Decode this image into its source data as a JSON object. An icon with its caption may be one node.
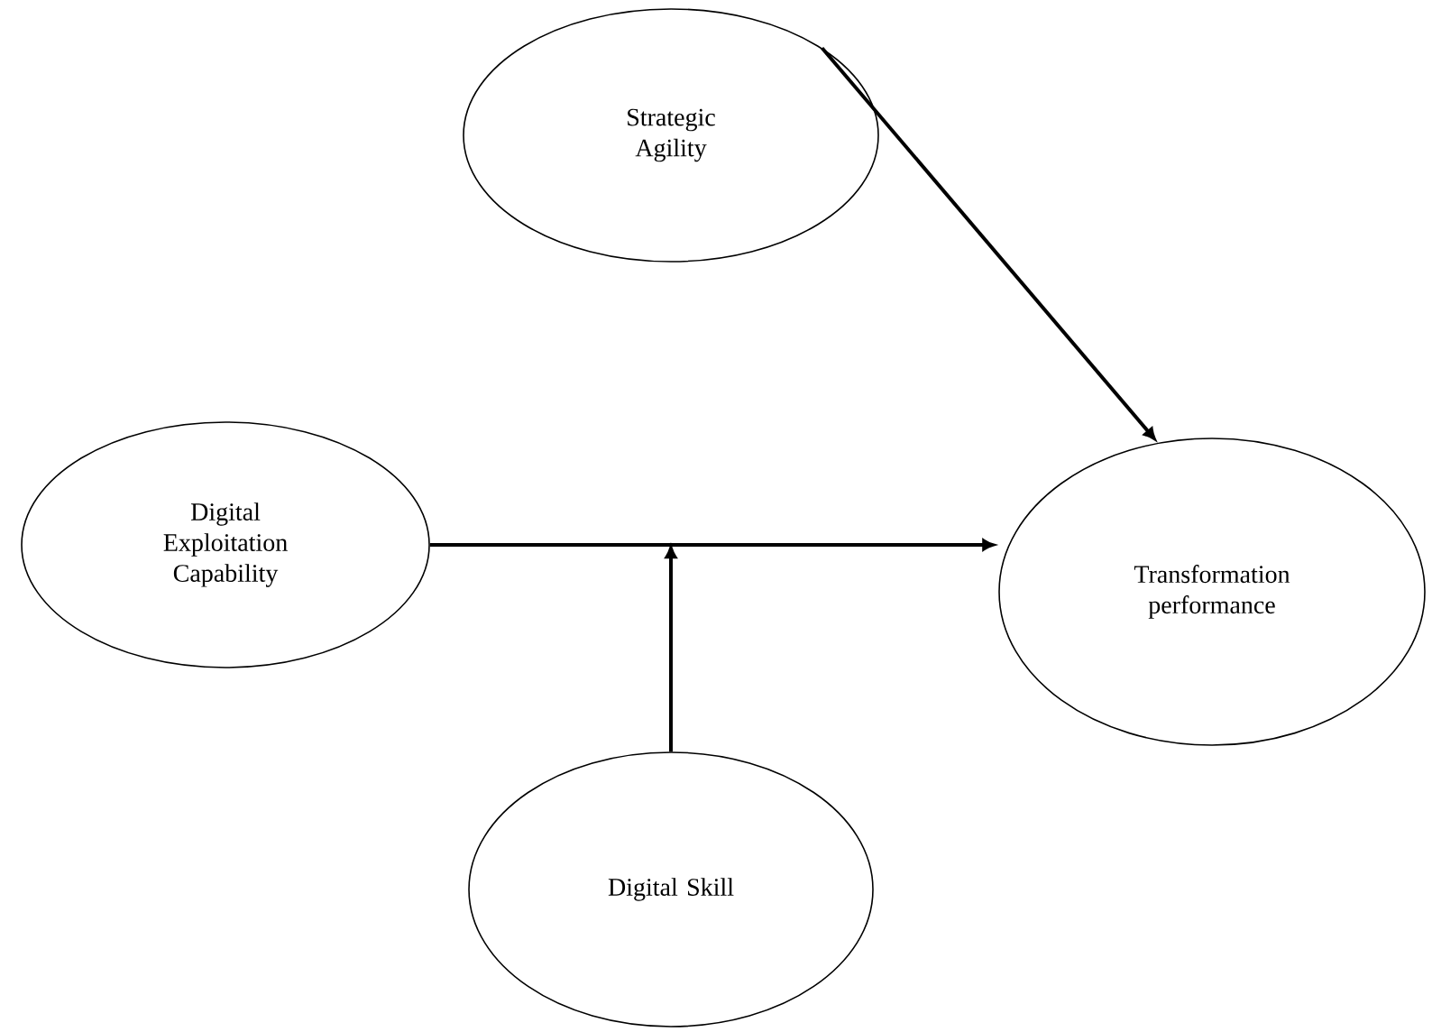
{
  "diagram": {
    "nodes": [
      {
        "text": [
          "Strategic Agility"
        ]
      },
      {
        "text": [
          "Digital Exploitation Capability"
        ]
      },
      {
        "text": [
          "Transformation performance"
        ]
      },
      {
        "text": [
          "Digital Skill"
        ]
      }
    ],
    "edges": [
      {
        "from": 0,
        "to": 2,
        "arrow": "to"
      },
      {
        "from": 1,
        "to": 2,
        "arrow": "to"
      },
      {
        "from": 3,
        "to": null,
        "arrow": "to"
      }
    ]
  }
}
